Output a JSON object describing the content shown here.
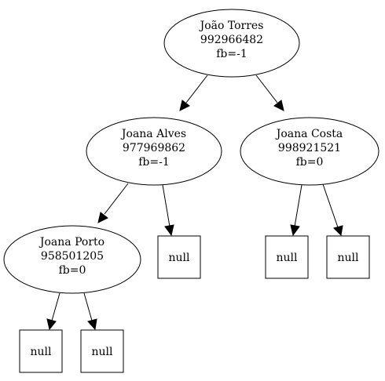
{
  "nodes": {
    "root": {
      "name": "João Torres",
      "phone": "992966482",
      "fb": "fb=-1"
    },
    "left": {
      "name": "Joana Alves",
      "phone": "977969862",
      "fb": "fb=-1"
    },
    "right": {
      "name": "Joana Costa",
      "phone": "998921521",
      "fb": "fb=0"
    },
    "leftleft": {
      "name": "Joana Porto",
      "phone": "958501205",
      "fb": "fb=0"
    }
  },
  "null_label": "null"
}
